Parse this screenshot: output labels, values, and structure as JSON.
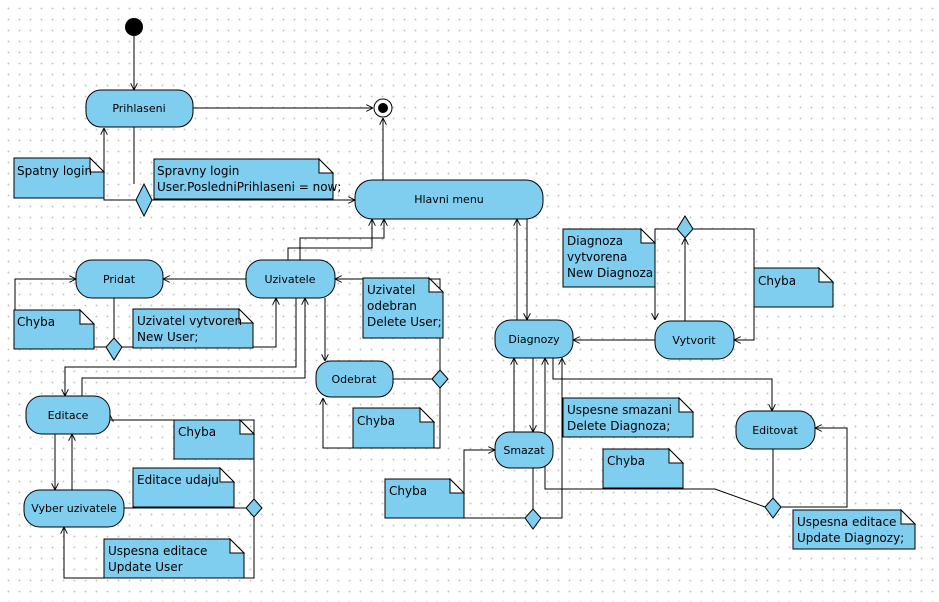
{
  "nodes": {
    "prihlaseni": "Prihlaseni",
    "hlavni_menu": "Hlavni menu",
    "uzivatele": "Uzivatele",
    "pridat": "Pridat",
    "odebrat": "Odebrat",
    "editace": "Editace",
    "vyber_uzivatele": "Vyber uzivatele",
    "diagnozy": "Diagnozy",
    "vytvorit": "Vytvorit",
    "smazat": "Smazat",
    "editovat": "Editovat"
  },
  "notes": {
    "spatny_login": [
      "Spatny login"
    ],
    "spravny_login": [
      "Spravny login",
      "User.PosledniPrihlaseni = now;"
    ],
    "pridat_chyba": [
      "Chyba"
    ],
    "uzivatel_vytvoren": [
      "Uzivatel vytvoren",
      "New User;"
    ],
    "uzivatel_odebran": [
      "Uzivatel",
      "odebran",
      "Delete User;"
    ],
    "odebrat_chyba": [
      "Chyba"
    ],
    "editace_chyba": [
      "Chyba"
    ],
    "editace_udaju": [
      "Editace udaju"
    ],
    "uspesna_editace": [
      "Uspesna editace",
      "Update User"
    ],
    "diagnoza_vytvorena": [
      "Diagnoza",
      "vytvorena",
      "New Diagnoza"
    ],
    "vytvorit_chyba": [
      "Chyba"
    ],
    "uspesne_smazani": [
      "Uspesne smazani",
      "Delete Diagnoza;"
    ],
    "smazat_chyba": [
      "Chyba"
    ],
    "editovat_chyba": [
      "Chyba"
    ],
    "uspesna_editace_diagnozy": [
      "Uspesna editace",
      "Update Diagnozy;"
    ]
  },
  "colors": {
    "node_fill": "#7fcef0",
    "stroke": "#000000",
    "grid_dot": "#c8c8c8"
  }
}
